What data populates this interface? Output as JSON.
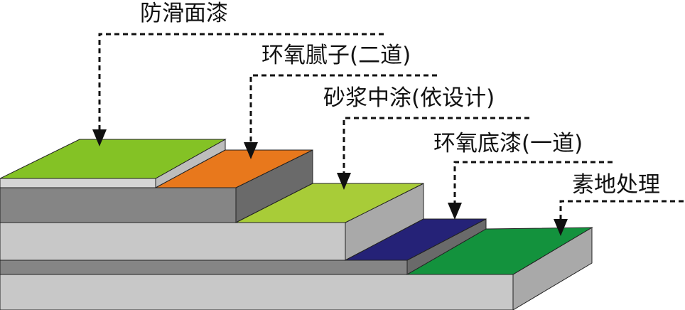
{
  "layers": [
    {
      "id": "anti-slip-topcoat",
      "label": "防滑面漆",
      "color": "#84c225"
    },
    {
      "id": "epoxy-putty",
      "label": "环氧腻子(二道)",
      "color": "#e8781c"
    },
    {
      "id": "mortar-midcoat",
      "label": "砂浆中涂(依设计)",
      "color": "#a8cc38"
    },
    {
      "id": "epoxy-primer",
      "label": "环氧底漆(一道)",
      "color": "#252277"
    },
    {
      "id": "substrate-prep",
      "label": "素地处理",
      "color": "#13923d"
    }
  ],
  "colors": {
    "block_top": "#d6d6d6",
    "block_front": "#c8c8c8",
    "block_side": "#a9a9a9",
    "dark_front": "#858585",
    "dark_side": "#6a6a6a",
    "leader": "#111111"
  }
}
